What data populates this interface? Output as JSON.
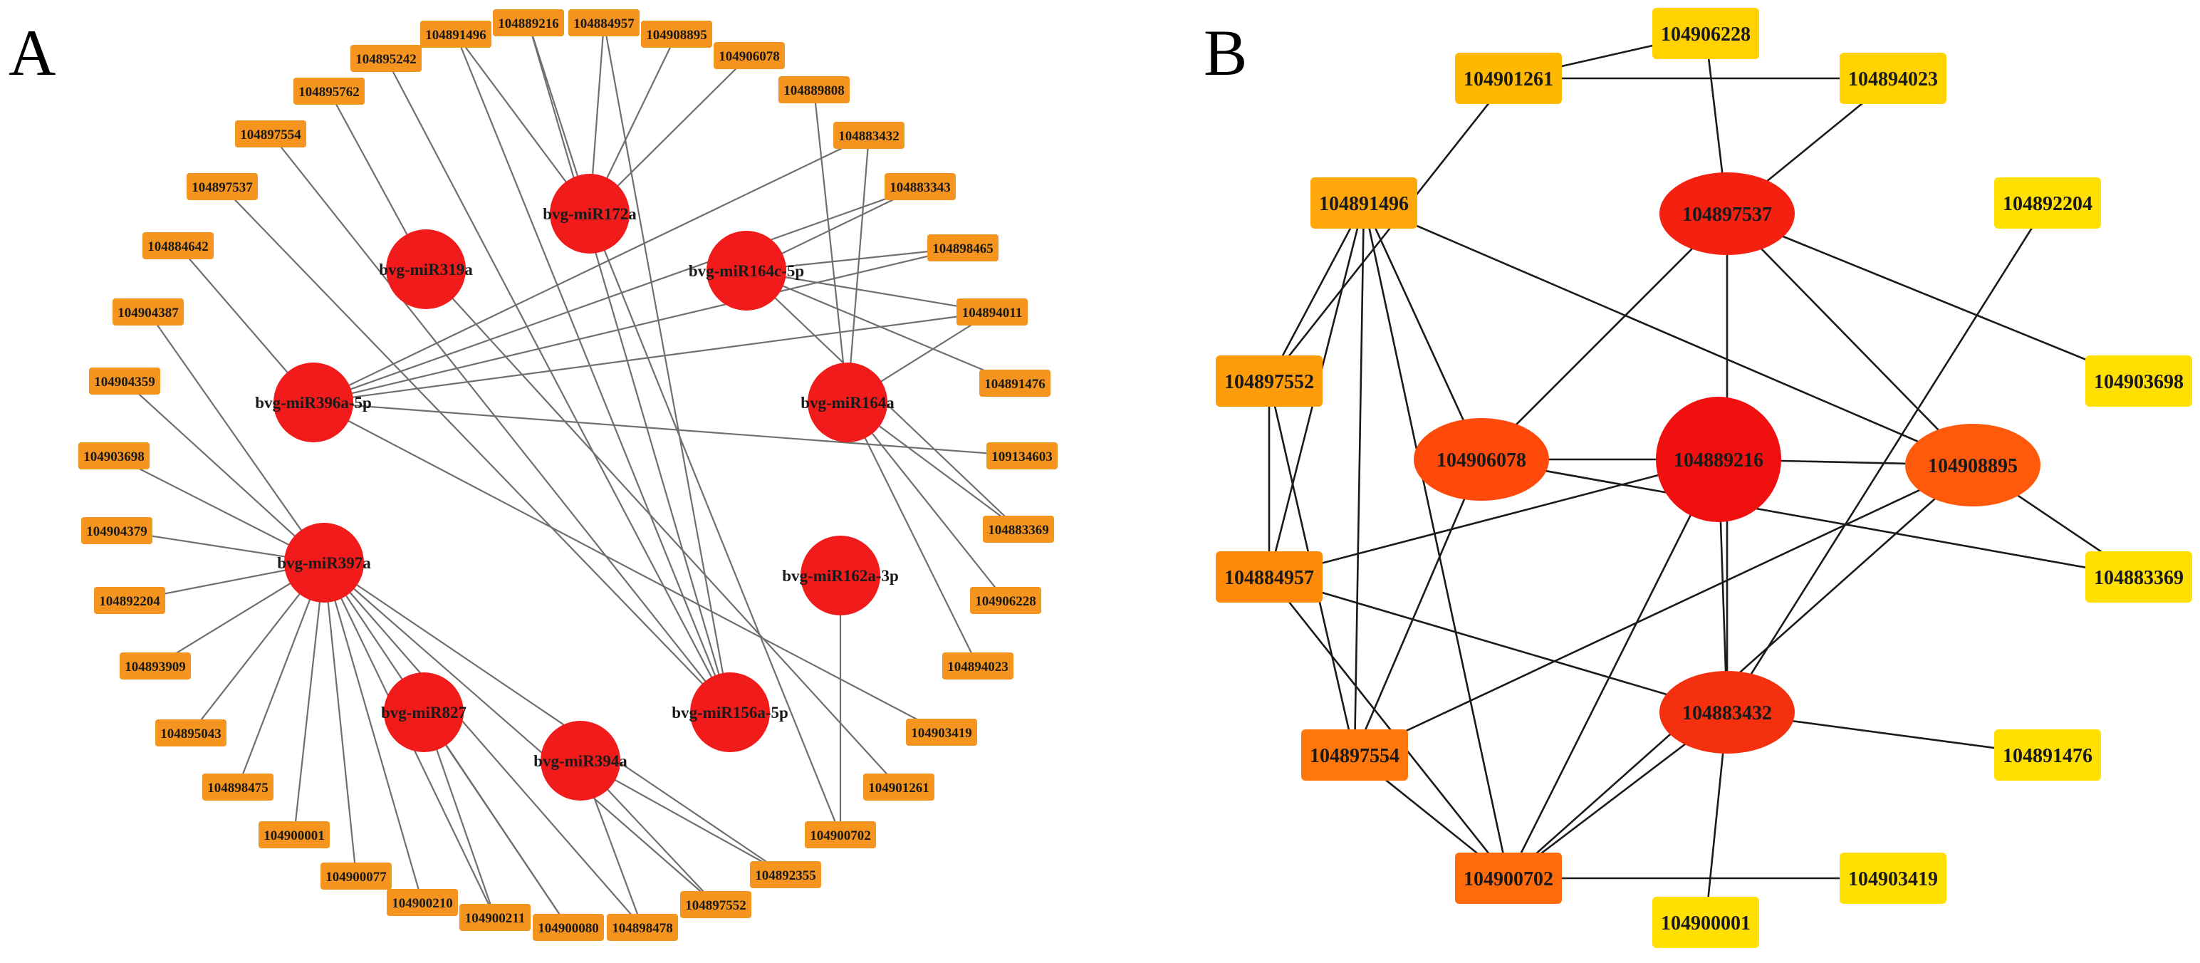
{
  "panel_a": {
    "label": "A",
    "mirnas": [
      "bvg-miR172a",
      "bvg-miR319a",
      "bvg-miR164c-5p",
      "bvg-miR396a-5p",
      "bvg-miR164a",
      "bvg-miR397a",
      "bvg-miR162a-3p",
      "bvg-miR827",
      "bvg-miR394a",
      "bvg-miR156a-5p"
    ],
    "genes": [
      "104889216",
      "104884957",
      "104891496",
      "104908895",
      "104895242",
      "104906078",
      "104895762",
      "104889808",
      "104897554",
      "104883432",
      "104897537",
      "104883343",
      "104884642",
      "104898465",
      "104904387",
      "104894011",
      "104904359",
      "104891476",
      "104903698",
      "109134603",
      "104904379",
      "104883369",
      "104892204",
      "104906228",
      "104893909",
      "104894023",
      "104895043",
      "104903419",
      "104898475",
      "104901261",
      "104900001",
      "104900702",
      "104900077",
      "104892355",
      "104900210",
      "104900211",
      "104900080",
      "104898478",
      "104897552"
    ],
    "edges": [
      [
        "bvg-miR172a",
        "104889216"
      ],
      [
        "bvg-miR172a",
        "104884957"
      ],
      [
        "bvg-miR172a",
        "104908895"
      ],
      [
        "bvg-miR172a",
        "104906078"
      ],
      [
        "bvg-miR172a",
        "104891496"
      ],
      [
        "bvg-miR172a",
        "104900702"
      ],
      [
        "bvg-miR319a",
        "104895762"
      ],
      [
        "bvg-miR319a",
        "104901261"
      ],
      [
        "bvg-miR164c-5p",
        "104883343"
      ],
      [
        "bvg-miR164c-5p",
        "104898465"
      ],
      [
        "bvg-miR164c-5p",
        "104894011"
      ],
      [
        "bvg-miR164c-5p",
        "104891476"
      ],
      [
        "bvg-miR164c-5p",
        "104883369"
      ],
      [
        "bvg-miR164a",
        "104889808"
      ],
      [
        "bvg-miR164a",
        "104883369"
      ],
      [
        "bvg-miR164a",
        "104906228"
      ],
      [
        "bvg-miR164a",
        "104894023"
      ],
      [
        "bvg-miR164a",
        "104883432"
      ],
      [
        "bvg-miR164a",
        "104894011"
      ],
      [
        "bvg-miR396a-5p",
        "104884642"
      ],
      [
        "bvg-miR396a-5p",
        "104883432"
      ],
      [
        "bvg-miR396a-5p",
        "104883343"
      ],
      [
        "bvg-miR396a-5p",
        "104898465"
      ],
      [
        "bvg-miR396a-5p",
        "104894011"
      ],
      [
        "bvg-miR396a-5p",
        "109134603"
      ],
      [
        "bvg-miR396a-5p",
        "104903419"
      ],
      [
        "bvg-miR397a",
        "104904387"
      ],
      [
        "bvg-miR397a",
        "104904359"
      ],
      [
        "bvg-miR397a",
        "104903698"
      ],
      [
        "bvg-miR397a",
        "104904379"
      ],
      [
        "bvg-miR397a",
        "104892204"
      ],
      [
        "bvg-miR397a",
        "104893909"
      ],
      [
        "bvg-miR397a",
        "104895043"
      ],
      [
        "bvg-miR397a",
        "104898475"
      ],
      [
        "bvg-miR397a",
        "104900001"
      ],
      [
        "bvg-miR397a",
        "104900077"
      ],
      [
        "bvg-miR397a",
        "104900210"
      ],
      [
        "bvg-miR397a",
        "104900080"
      ],
      [
        "bvg-miR397a",
        "104898478"
      ],
      [
        "bvg-miR397a",
        "104897552"
      ],
      [
        "bvg-miR397a",
        "104892355"
      ],
      [
        "bvg-miR397a",
        "104900211"
      ],
      [
        "bvg-miR162a-3p",
        "104900702"
      ],
      [
        "bvg-miR827",
        "104900211"
      ],
      [
        "bvg-miR827",
        "104900080"
      ],
      [
        "bvg-miR394a",
        "104898478"
      ],
      [
        "bvg-miR394a",
        "104897552"
      ],
      [
        "bvg-miR394a",
        "104892355"
      ],
      [
        "bvg-miR156a-5p",
        "104897554"
      ],
      [
        "bvg-miR156a-5p",
        "104897537"
      ],
      [
        "bvg-miR156a-5p",
        "104895242"
      ],
      [
        "bvg-miR156a-5p",
        "104884957"
      ],
      [
        "bvg-miR156a-5p",
        "104891496"
      ],
      [
        "bvg-miR156a-5p",
        "104889216"
      ]
    ]
  },
  "panel_b": {
    "label": "B",
    "nodes": [
      {
        "id": "104906228",
        "color": "#ffd200"
      },
      {
        "id": "104901261",
        "color": "#ffb800"
      },
      {
        "id": "104894023",
        "color": "#ffd200"
      },
      {
        "id": "104891496",
        "color": "#ffa60a"
      },
      {
        "id": "104897537",
        "color": "#f42010"
      },
      {
        "id": "104892204",
        "color": "#ffe000"
      },
      {
        "id": "104897552",
        "color": "#ff9c0a"
      },
      {
        "id": "104903698",
        "color": "#ffe000"
      },
      {
        "id": "104906078",
        "color": "#ff4a0c"
      },
      {
        "id": "104889216",
        "color": "#f01010"
      },
      {
        "id": "104908895",
        "color": "#ff5a0c"
      },
      {
        "id": "104884957",
        "color": "#ff8a0a"
      },
      {
        "id": "104883369",
        "color": "#ffe000"
      },
      {
        "id": "104883432",
        "color": "#f5300e"
      },
      {
        "id": "104891476",
        "color": "#ffe000"
      },
      {
        "id": "104897554",
        "color": "#ff760a"
      },
      {
        "id": "104900702",
        "color": "#ff6a0a"
      },
      {
        "id": "104903419",
        "color": "#ffe000"
      },
      {
        "id": "104900001",
        "color": "#ffe000"
      }
    ],
    "edges": [
      [
        "104901261",
        "104906228"
      ],
      [
        "104901261",
        "104894023"
      ],
      [
        "104901261",
        "104897552"
      ],
      [
        "104906228",
        "104897537"
      ],
      [
        "104894023",
        "104897537"
      ],
      [
        "104891496",
        "104906078"
      ],
      [
        "104891496",
        "104908895"
      ],
      [
        "104891496",
        "104884957"
      ],
      [
        "104891496",
        "104900702"
      ],
      [
        "104891496",
        "104897552"
      ],
      [
        "104891496",
        "104897554"
      ],
      [
        "104897537",
        "104906078"
      ],
      [
        "104897537",
        "104908895"
      ],
      [
        "104897537",
        "104883432"
      ],
      [
        "104897537",
        "104903698"
      ],
      [
        "104892204",
        "104883432"
      ],
      [
        "104897552",
        "104897554"
      ],
      [
        "104906078",
        "104889216"
      ],
      [
        "104906078",
        "104883369"
      ],
      [
        "104906078",
        "104897554"
      ],
      [
        "104889216",
        "104908895"
      ],
      [
        "104889216",
        "104883432"
      ],
      [
        "104889216",
        "104900702"
      ],
      [
        "104889216",
        "104884957"
      ],
      [
        "104908895",
        "104883369"
      ],
      [
        "104908895",
        "104900702"
      ],
      [
        "104908895",
        "104897554"
      ],
      [
        "104884957",
        "104883432"
      ],
      [
        "104884957",
        "104897552"
      ],
      [
        "104884957",
        "104900702"
      ],
      [
        "104883432",
        "104891476"
      ],
      [
        "104883432",
        "104900702"
      ],
      [
        "104883432",
        "104900001"
      ],
      [
        "104900702",
        "104903419"
      ],
      [
        "104900702",
        "104897554"
      ]
    ]
  }
}
